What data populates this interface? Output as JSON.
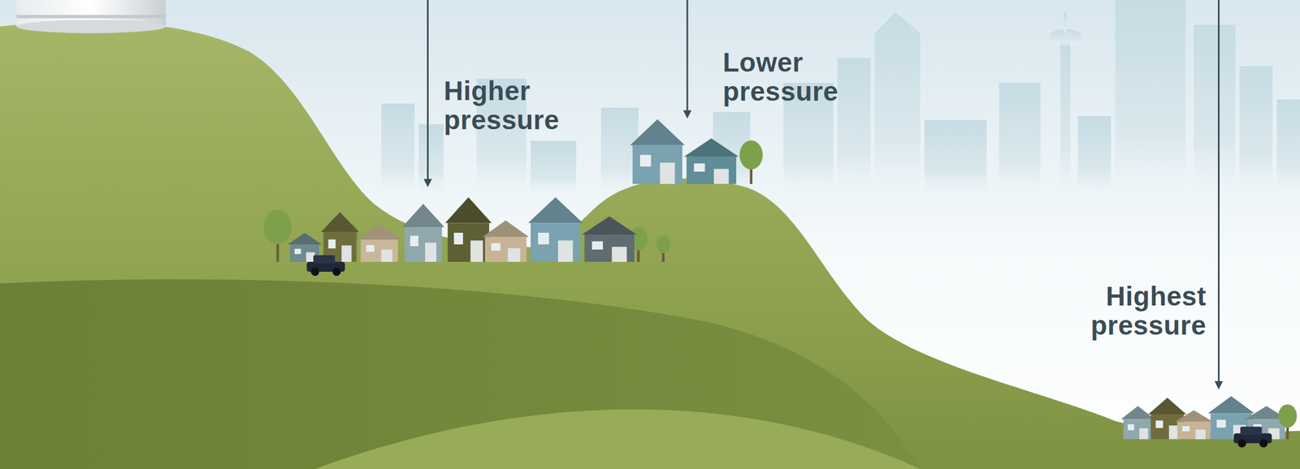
{
  "diagram": {
    "labels": [
      "Higher pressure",
      "Lower pressure",
      "Highest pressure"
    ]
  }
}
